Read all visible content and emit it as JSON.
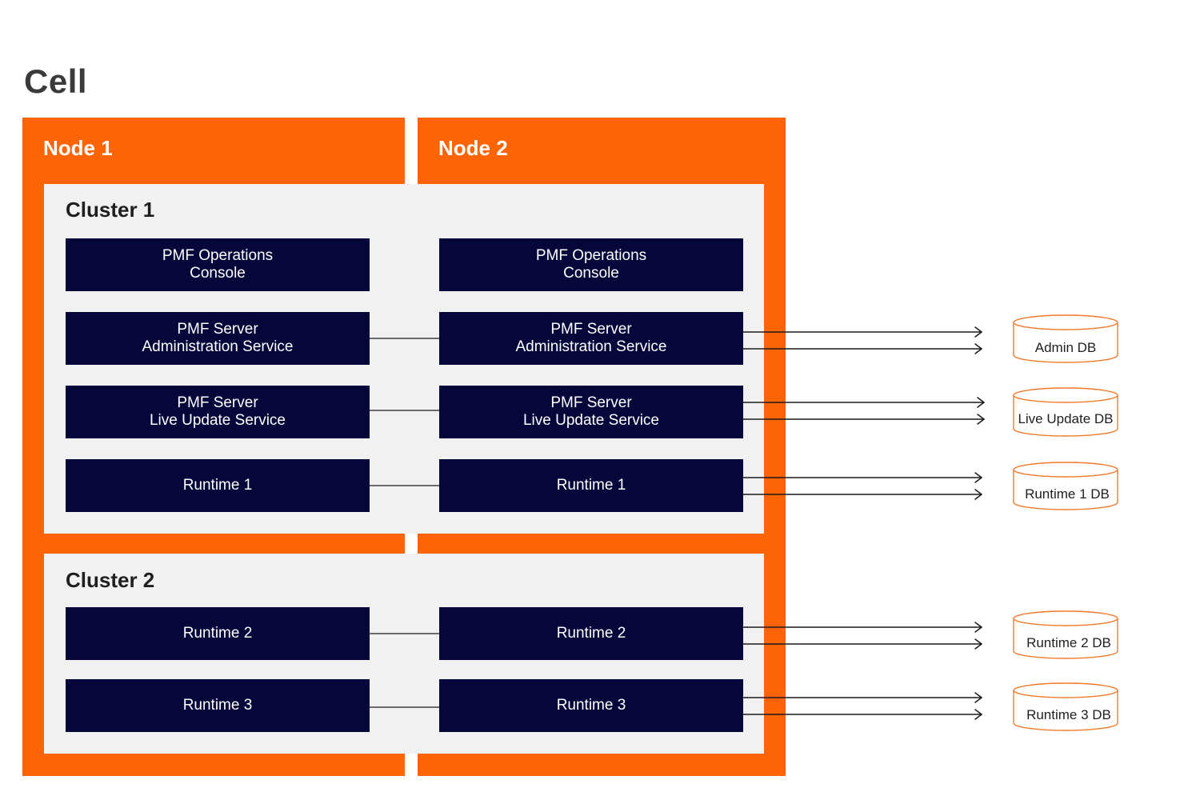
{
  "cell": {
    "title": "Cell"
  },
  "nodes": [
    {
      "title": "Node 1"
    },
    {
      "title": "Node 2"
    }
  ],
  "clusters": [
    {
      "title": "Cluster 1"
    },
    {
      "title": "Cluster 2"
    }
  ],
  "services": {
    "ops_console": [
      "PMF Operations",
      "Console"
    ],
    "admin_service": [
      "PMF Server",
      "Administration Service"
    ],
    "live_update": [
      "PMF Server",
      "Live Update Service"
    ],
    "runtime1": "Runtime 1",
    "runtime2": "Runtime 2",
    "runtime3": "Runtime 3"
  },
  "databases": {
    "admin": "Admin DB",
    "live_update": "Live Update DB",
    "runtime1": "Runtime 1 DB",
    "runtime2": "Runtime 2 DB",
    "runtime3": "Runtime 3 DB"
  },
  "colors": {
    "node_orange": "#fd6405",
    "service_navy": "#06063b",
    "cluster_gray": "#f1f1f1",
    "db_outline": "#f07a2a"
  }
}
